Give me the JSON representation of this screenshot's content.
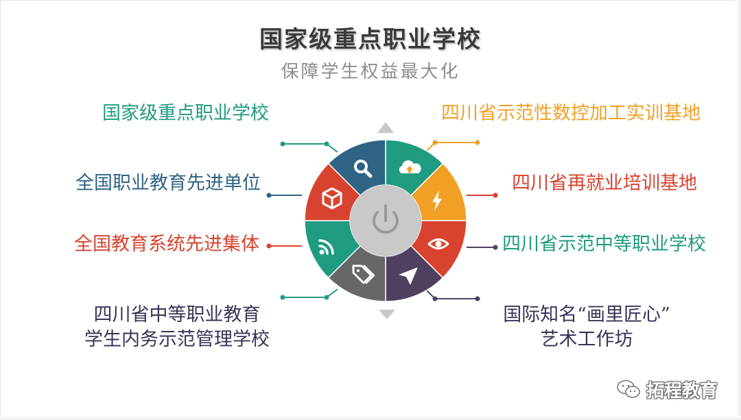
{
  "header": {
    "title": "国家级重点职业学校",
    "subtitle": "保障学生权益最大化"
  },
  "honors_left": [
    {
      "text": "国家级重点职业学校",
      "color": "#1f9b80"
    },
    {
      "text": "全国职业教育先进单位",
      "color": "#2e6383"
    },
    {
      "text": "全国教育系统先进集体",
      "color": "#d8432f"
    },
    {
      "lines": [
        "四川省中等职业教育",
        "学生内务示范管理学校"
      ],
      "color": "#3b3256"
    }
  ],
  "honors_right": [
    {
      "text": "四川省示范性数控加工实训基地",
      "color": "#f2a025"
    },
    {
      "text": "四川省再就业培训基地",
      "color": "#d8432f"
    },
    {
      "text": "四川省示范中等职业学校",
      "color": "#1f9b80"
    },
    {
      "lines": [
        "国际知名“画里匠心”",
        "艺术工作坊"
      ],
      "color": "#3b3256"
    }
  ],
  "wheel": {
    "segments": [
      {
        "icon": "search-icon",
        "color": "#1f9b80"
      },
      {
        "icon": "cloud-upload-icon",
        "color": "#f2a025"
      },
      {
        "icon": "lightning-icon",
        "color": "#d8432f"
      },
      {
        "icon": "eye-icon",
        "color": "#4f4060"
      },
      {
        "icon": "send-icon",
        "color": "#676767"
      },
      {
        "icon": "tag-icon",
        "color": "#1f9b80"
      },
      {
        "icon": "rss-icon",
        "color": "#d8432f"
      },
      {
        "icon": "cube-icon",
        "color": "#2e6383"
      }
    ],
    "center_icon": "power-icon",
    "center_color": "#c9c9c9"
  },
  "watermark": {
    "text": "拓程教育",
    "icon": "wechat-icon"
  }
}
